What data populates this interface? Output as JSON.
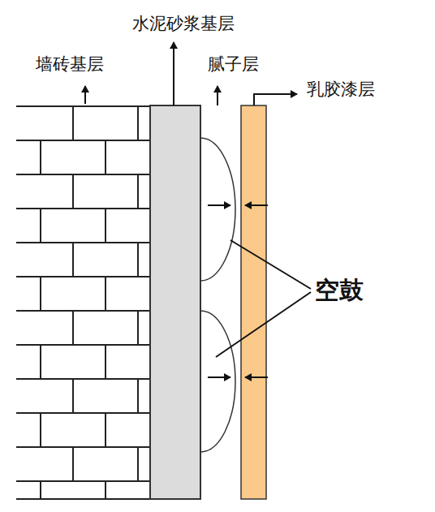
{
  "diagram": {
    "labels": [
      "墙砖基层",
      "水泥砂浆基层",
      "腻子层",
      "乳胶漆层",
      "空鼓"
    ]
  }
}
